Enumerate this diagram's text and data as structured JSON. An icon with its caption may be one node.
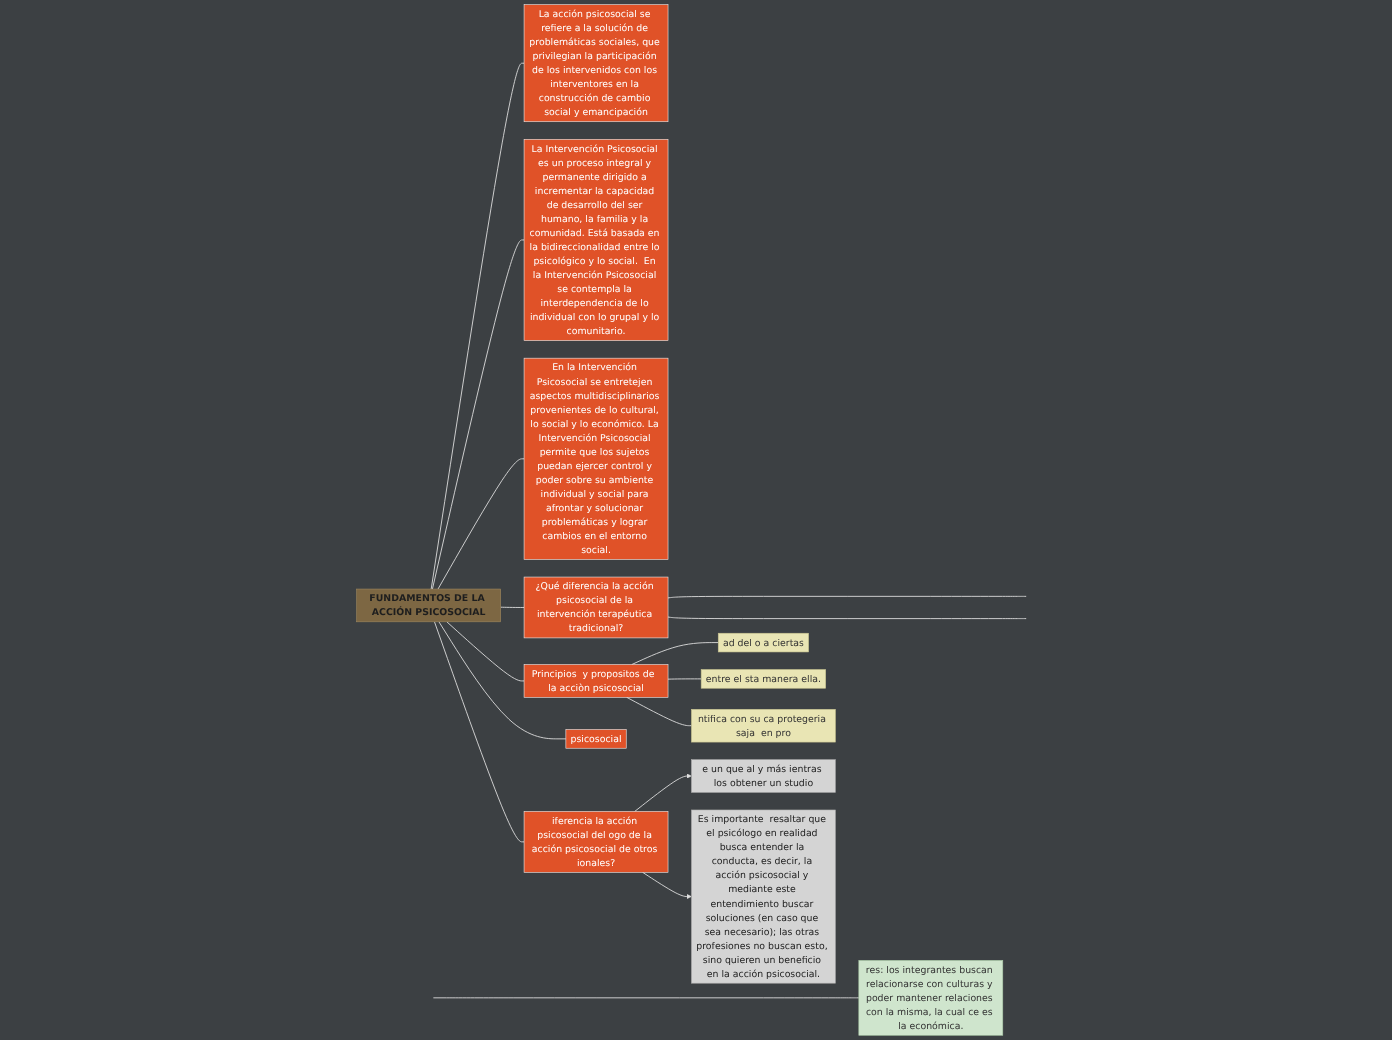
{
  "diagram": {
    "nodes": [
      {
        "text": [
          "FUNDAMENTOS DE LA ACCIÓN PSICOSOCIAL"
        ]
      },
      {
        "text": [
          "La acción psicosocial se refiere a la solución de problemáticas sociales, que privilegian la participación de los intervenidos con los interventores en la construcción de cambio social y emancipación"
        ]
      },
      {
        "text": [
          "La Intervención Psicosocial es un proceso integral y permanente dirigido a incrementar la capacidad de desarrollo del ser humano, la familia y la comunidad. Está basada en la bidireccionalidad entre lo psicológico y lo social.  En la Intervención Psicosocial se contempla la interdependencia de lo individual con lo grupal y lo comunitario."
        ]
      },
      {
        "text": [
          "En la Intervención Psicosocial se entretejen aspectos multidisciplinarios provenientes de lo cultural, lo social y lo económico. La Intervención Psicosocial permite que los sujetos puedan ejercer control y poder sobre su ambiente individual y social para afrontar y solucionar problemáticas y lograr cambios en el entorno social."
        ]
      },
      {
        "text": [
          "¿Qué diferencia la acción psicosocial de la intervención terapéutica tradicional?"
        ]
      },
      {
        "text": [
          "Principios  y propositos de  la acciòn psicosocial"
        ]
      },
      {
        "text": [
          "ad del o a ciertas"
        ]
      },
      {
        "text": [
          "entre el sta manera ella."
        ]
      },
      {
        "text": [
          "ntifica con su ca protegeria saja  en pro"
        ]
      },
      {
        "text": [
          "psicosocial"
        ]
      },
      {
        "text": [
          "res: los integrantes buscan relacionarse con culturas y poder mantener relaciones con la misma, la cual ce es la económica."
        ]
      },
      {
        "text": [
          "iferencia la acción psicosocial del ogo de la acción psicosocial de otros ionales?"
        ]
      },
      {
        "text": [
          "e un que al y más ientras los obtener un studio"
        ]
      },
      {
        "text": [
          "Es importante  resaltar que el psicólogo en realidad busca entender la conducta, es decir, la acción psicosocial y mediante este entendimiento buscar soluciones (en caso que sea necesario); las otras profesiones no buscan esto, sino quieren un beneficio en la acción psicosocial."
        ]
      }
    ],
    "edges": [
      {
        "from": 0,
        "to": 1,
        "arrow": "none"
      },
      {
        "from": 0,
        "to": 2,
        "arrow": "none"
      },
      {
        "from": 0,
        "to": 3,
        "arrow": "none"
      },
      {
        "from": 0,
        "to": 4,
        "arrow": "none"
      },
      {
        "from": 0,
        "to": 5,
        "arrow": "none"
      },
      {
        "from": 0,
        "to": 9,
        "arrow": "none"
      },
      {
        "from": 0,
        "to": 11,
        "arrow": "none"
      },
      {
        "from": 5,
        "to": 6,
        "arrow": "none"
      },
      {
        "from": 5,
        "to": 7,
        "arrow": "none"
      },
      {
        "from": 5,
        "to": 8,
        "arrow": "none"
      },
      {
        "from": null,
        "to": 10,
        "arrow": "none"
      },
      {
        "from": 11,
        "to": 12,
        "arrow": "to"
      },
      {
        "from": 11,
        "to": 13,
        "arrow": "to"
      },
      {
        "from": 4,
        "to": null,
        "arrow": "none"
      },
      {
        "from": 4,
        "to": null,
        "arrow": "none"
      }
    ]
  }
}
